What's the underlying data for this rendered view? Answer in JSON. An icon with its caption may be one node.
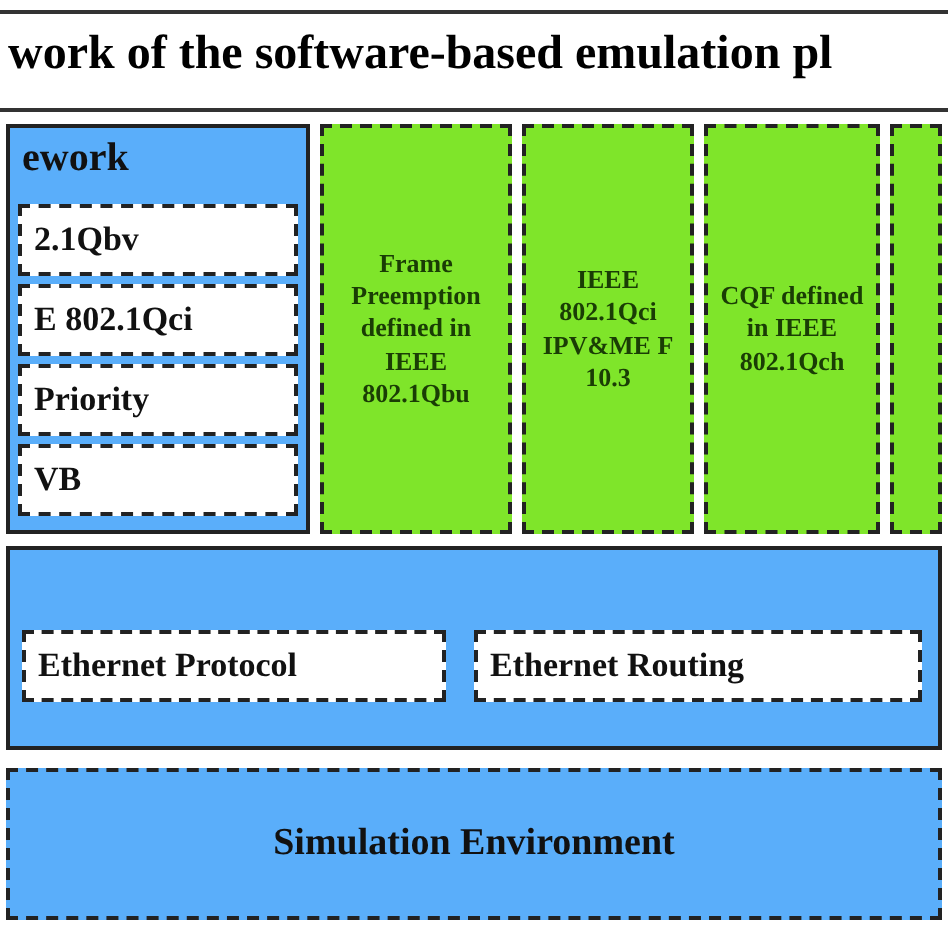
{
  "diagram": {
    "title": "work of the software-based emulation pl",
    "nodes": [
      {
        "text": [
          "ework"
        ]
      },
      {
        "text": [
          "2.1Qbv"
        ],
        "in": 0
      },
      {
        "text": [
          "E 802.1Qci"
        ],
        "in": 0
      },
      {
        "text": [
          "Priority"
        ],
        "in": 0
      },
      {
        "text": [
          "VB"
        ],
        "in": 0
      },
      {
        "text": [
          "Frame Preemption defined in IEEE 802.1Qbu"
        ]
      },
      {
        "text": [
          "IEEE 802.1Qci IPV&ME F 10.3"
        ]
      },
      {
        "text": [
          "CQF defined in IEEE 802.1Qch"
        ]
      },
      {
        "text": [],
        "shape": "box"
      },
      {
        "text": [],
        "shape": "box"
      },
      {
        "text": [
          "Ethernet Protocol"
        ],
        "in": 9
      },
      {
        "text": [
          "Ethernet Routing"
        ],
        "in": 9
      },
      {
        "text": [
          "Simulation Environment"
        ]
      }
    ]
  }
}
